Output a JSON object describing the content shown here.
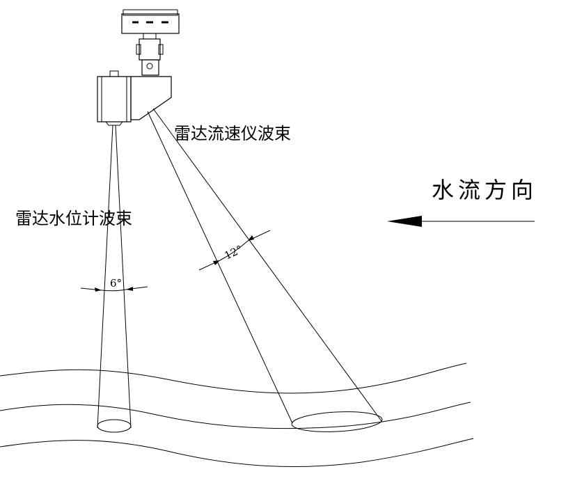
{
  "labels": {
    "flow_beam": "雷达流速仪波束",
    "level_beam": "雷达水位计波束",
    "flow_direction": "水流方向"
  },
  "angles": {
    "level_beam": "6°",
    "flow_beam": "12°"
  }
}
